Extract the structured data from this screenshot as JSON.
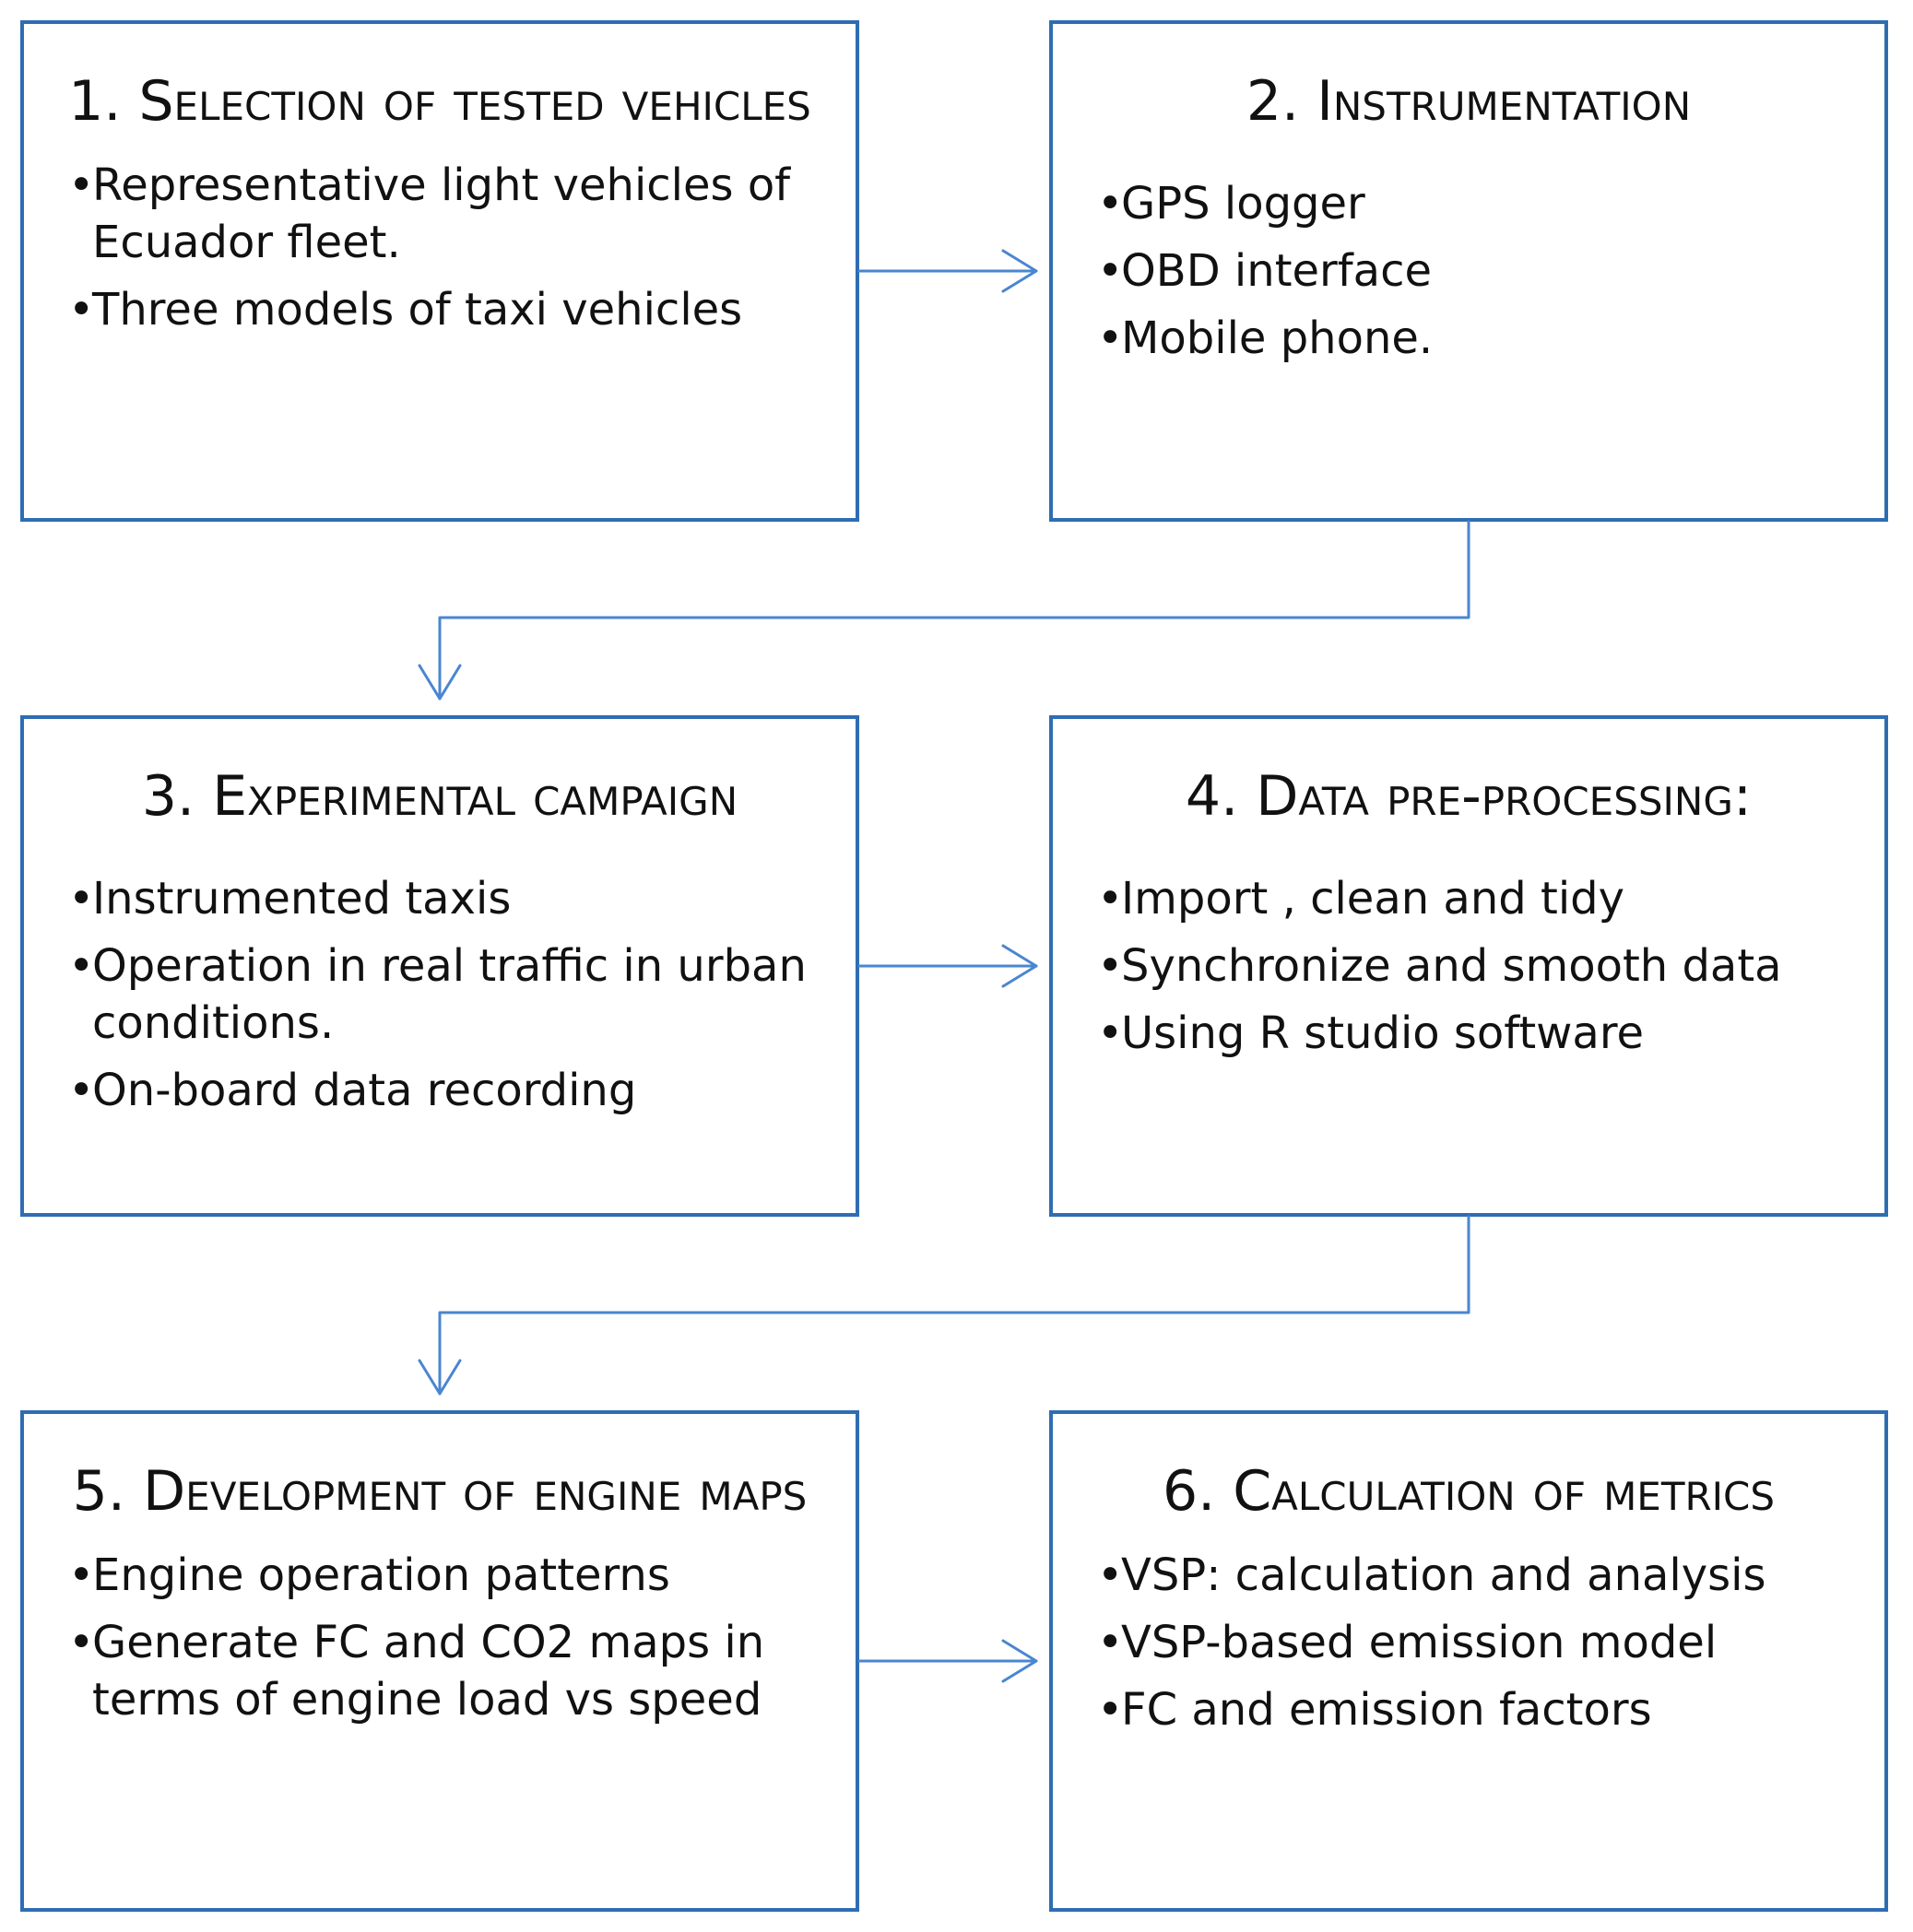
{
  "steps": [
    {
      "title": "1. Selection of tested vehicles",
      "items": [
        "Representative light vehicles of Ecuador fleet.",
        "Three models of taxi vehicles"
      ]
    },
    {
      "title": "2. Instrumentation",
      "items": [
        "GPS logger",
        "OBD interface",
        "Mobile phone."
      ]
    },
    {
      "title": "3. Experimental campaign",
      "items": [
        "Instrumented taxis",
        "Operation in real traffic in urban conditions.",
        "On-board data recording"
      ]
    },
    {
      "title": "4. Data pre-processing:",
      "items": [
        "Import , clean and tidy",
        "Synchronize and smooth data",
        "Using R studio software"
      ]
    },
    {
      "title": "5. Development of engine maps",
      "items": [
        "Engine operation patterns",
        "Generate FC and CO2 maps in terms of engine load vs speed"
      ]
    },
    {
      "title": "6. Calculation of metrics",
      "items": [
        "VSP: calculation and analysis",
        "VSP-based emission model",
        "FC and emission factors"
      ]
    }
  ],
  "colors": {
    "border": "#2f6db3",
    "connector": "#4a86d0",
    "text": "#111111"
  }
}
